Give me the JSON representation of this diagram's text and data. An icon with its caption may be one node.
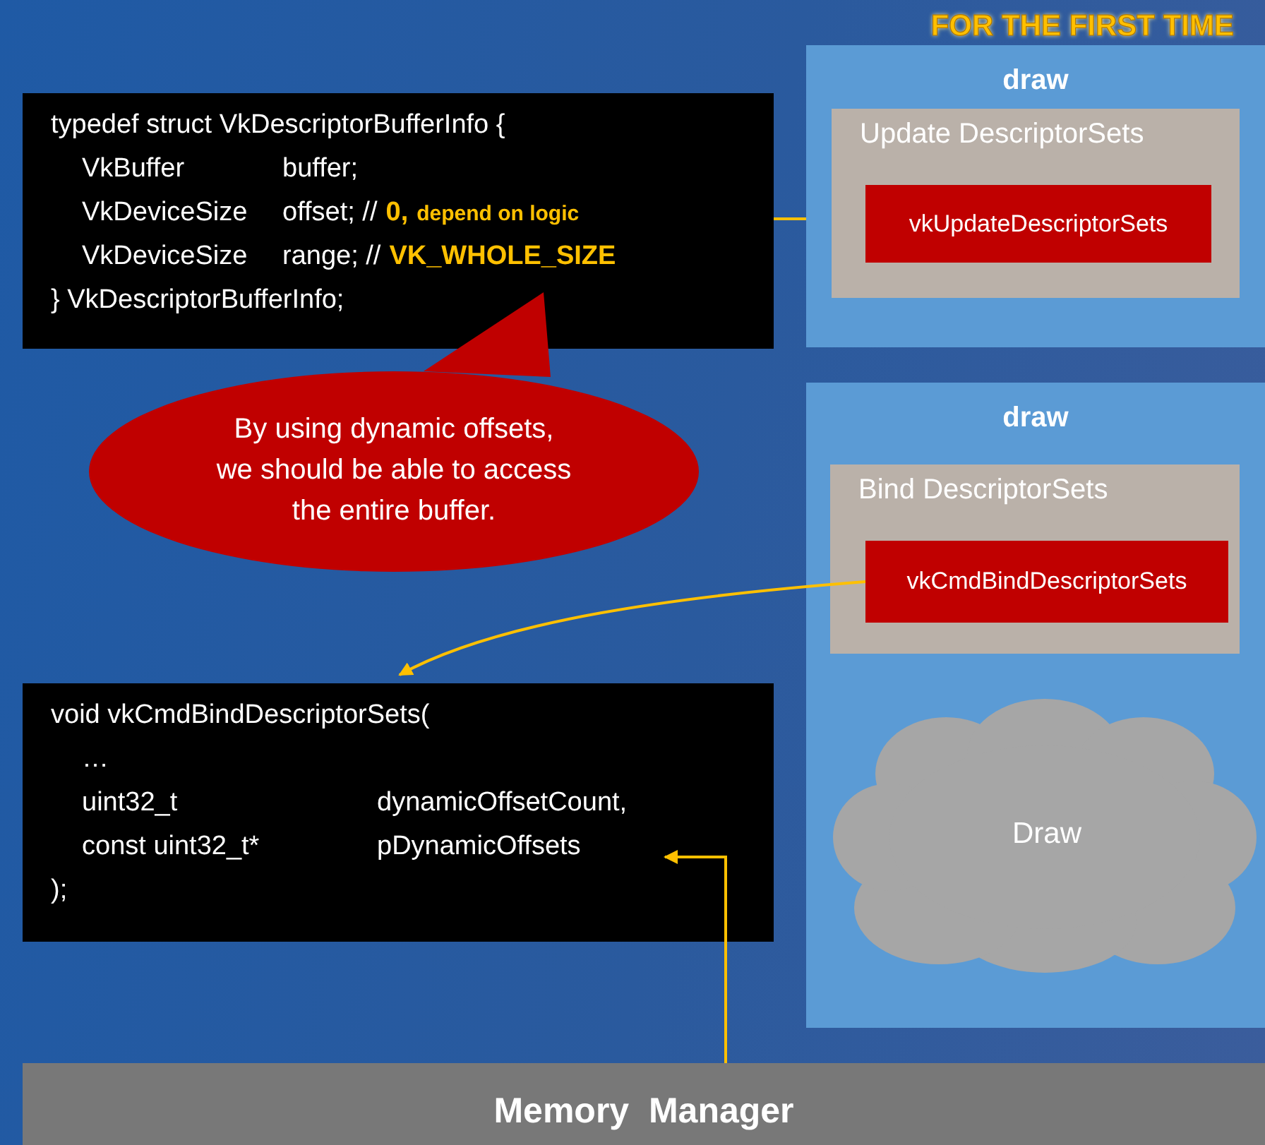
{
  "diagram": {
    "nodes": [
      {
        "text": [
          "typedef struct VkDescriptorBufferInfo {",
          "VkBuffer",
          "buffer;",
          "VkDeviceSize",
          "offset; //",
          "0,",
          "depend on logic",
          "VkDeviceSize",
          "range; //",
          "VK_WHOLE_SIZE",
          "} VkDescriptorBufferInfo;"
        ]
      },
      {
        "text": [
          "draw"
        ],
        "beside": [
          "FOR THE FIRST TIME"
        ]
      },
      {
        "text": [
          "Update DescriptorSets"
        ],
        "in": 1
      },
      {
        "text": [
          "vkUpdateDescriptorSets"
        ],
        "in": 2
      },
      {
        "text": [
          "By using dynamic offsets, we should be able to access the entire buffer."
        ]
      },
      {
        "text": [
          "draw"
        ]
      },
      {
        "text": [
          "Bind DescriptorSets"
        ],
        "in": 5
      },
      {
        "text": [
          "vkCmdBindDescriptorSets"
        ],
        "in": 6
      },
      {
        "text": [
          "Draw"
        ],
        "in": 5
      },
      {
        "text": [
          "void vkCmdBindDescriptorSets(",
          "…",
          "uint32_t",
          "dynamicOffsetCount,",
          "const uint32_t*",
          "pDynamicOffsets",
          ");"
        ]
      },
      {
        "text": [
          "Memory  Manager"
        ]
      }
    ],
    "edges": [
      {
        "from": 0,
        "to": 1,
        "arrow": "none"
      },
      {
        "from": 7,
        "to": 9,
        "arrow": "to"
      },
      {
        "from": 10,
        "to": 9,
        "arrow": "to"
      }
    ]
  }
}
